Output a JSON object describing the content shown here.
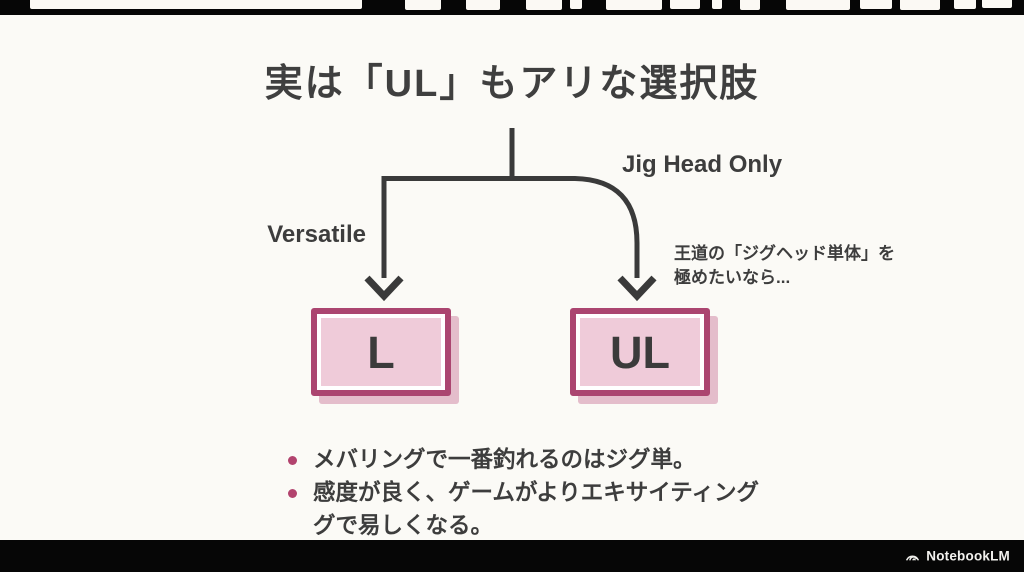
{
  "title": "実は「UL」もアリな選択肢",
  "diagram": {
    "left_branch": {
      "label": "Versatile",
      "box_label": "L"
    },
    "right_branch": {
      "label": "Jig Head Only",
      "box_label": "UL",
      "note": "王道の「ジグヘッド単体」を\n極めたいなら..."
    }
  },
  "bullets": {
    "items": [
      "メバリングで一番釣れるのはジグ単。",
      "感度が良く、ゲームがよりエキサイティング\nグで易しくなる。"
    ]
  },
  "footer": {
    "watermark": "NotebookLM"
  },
  "colors": {
    "canvas_bg": "#fbfaf6",
    "bar_bg": "#060606",
    "text": "#3d3d3d",
    "line": "#3a3a3a",
    "node_border": "#ab4570",
    "node_fill": "#efcbd9",
    "node_shadow": "#d18aa8",
    "bullet_dot": "#b2436e",
    "watermark_text": "#f2f1ee"
  }
}
